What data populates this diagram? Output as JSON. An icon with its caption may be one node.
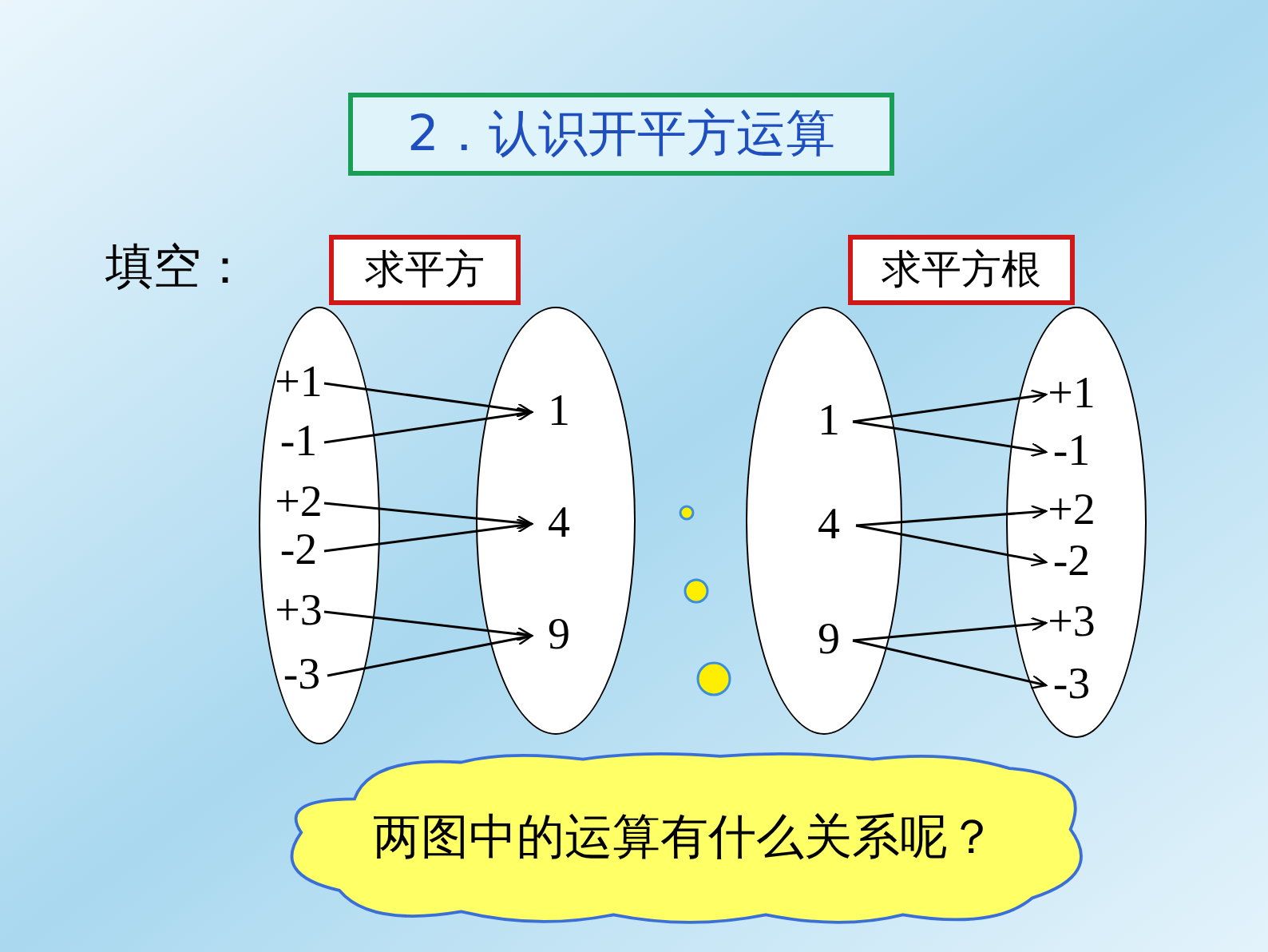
{
  "diagram": {
    "nodes": [
      {
        "text": [
          "2．认识开平方运算"
        ]
      },
      {
        "text": [
          "求平方"
        ]
      },
      {
        "text": [
          "求平方根"
        ]
      },
      {
        "text": [],
        "shape": "ellipse"
      },
      {
        "text": [
          "+1"
        ],
        "in": 3
      },
      {
        "text": [
          "-1"
        ],
        "in": 3
      },
      {
        "text": [
          "+2"
        ],
        "in": 3
      },
      {
        "text": [
          "-2"
        ],
        "in": 3
      },
      {
        "text": [
          "+3"
        ],
        "in": 3
      },
      {
        "text": [
          "-3"
        ],
        "in": 3
      },
      {
        "text": [],
        "shape": "ellipse"
      },
      {
        "text": [
          "1"
        ],
        "in": 10
      },
      {
        "text": [
          "4"
        ],
        "in": 10
      },
      {
        "text": [
          "9"
        ],
        "in": 10
      },
      {
        "text": [],
        "shape": "ellipse"
      },
      {
        "text": [
          "1"
        ],
        "in": 14
      },
      {
        "text": [
          "4"
        ],
        "in": 14
      },
      {
        "text": [
          "9"
        ],
        "in": 14
      },
      {
        "text": [],
        "shape": "ellipse"
      },
      {
        "text": [
          "+1"
        ],
        "in": 18
      },
      {
        "text": [
          "-1"
        ],
        "in": 18
      },
      {
        "text": [
          "+2"
        ],
        "in": 18
      },
      {
        "text": [
          "-2"
        ],
        "in": 18
      },
      {
        "text": [
          "+3"
        ],
        "in": 18
      },
      {
        "text": [
          "-3"
        ],
        "in": 18
      },
      {
        "text": [
          "两图中的运算有什么关系呢？"
        ]
      }
    ],
    "edges": [
      {
        "from": 4,
        "to": 11,
        "arrow": "to"
      },
      {
        "from": 5,
        "to": 11,
        "arrow": "to"
      },
      {
        "from": 6,
        "to": 12,
        "arrow": "to"
      },
      {
        "from": 7,
        "to": 12,
        "arrow": "to"
      },
      {
        "from": 8,
        "to": 13,
        "arrow": "to"
      },
      {
        "from": 9,
        "to": 13,
        "arrow": "to"
      },
      {
        "from": 15,
        "to": 19,
        "arrow": "to"
      },
      {
        "from": 15,
        "to": 20,
        "arrow": "to"
      },
      {
        "from": 16,
        "to": 21,
        "arrow": "to"
      },
      {
        "from": 16,
        "to": 22,
        "arrow": "to"
      },
      {
        "from": 17,
        "to": 23,
        "arrow": "to"
      },
      {
        "from": 17,
        "to": 24,
        "arrow": "to"
      }
    ],
    "labels": [
      "填空："
    ]
  }
}
